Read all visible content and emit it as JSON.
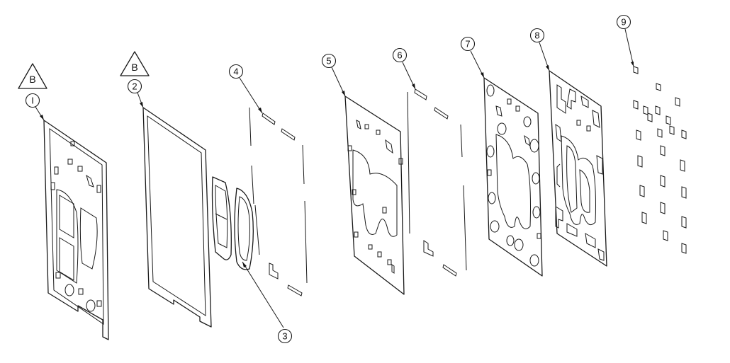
{
  "drawing": {
    "items": [
      {
        "id": "1",
        "label": "I"
      },
      {
        "id": "2",
        "label": "2"
      },
      {
        "id": "3",
        "label": "3"
      },
      {
        "id": "4",
        "label": "4"
      },
      {
        "id": "5",
        "label": "5"
      },
      {
        "id": "6",
        "label": "6"
      },
      {
        "id": "7",
        "label": "7"
      },
      {
        "id": "8",
        "label": "8"
      },
      {
        "id": "9",
        "label": "9"
      }
    ],
    "revision_flags": [
      {
        "label": "B"
      },
      {
        "label": "B"
      }
    ]
  }
}
